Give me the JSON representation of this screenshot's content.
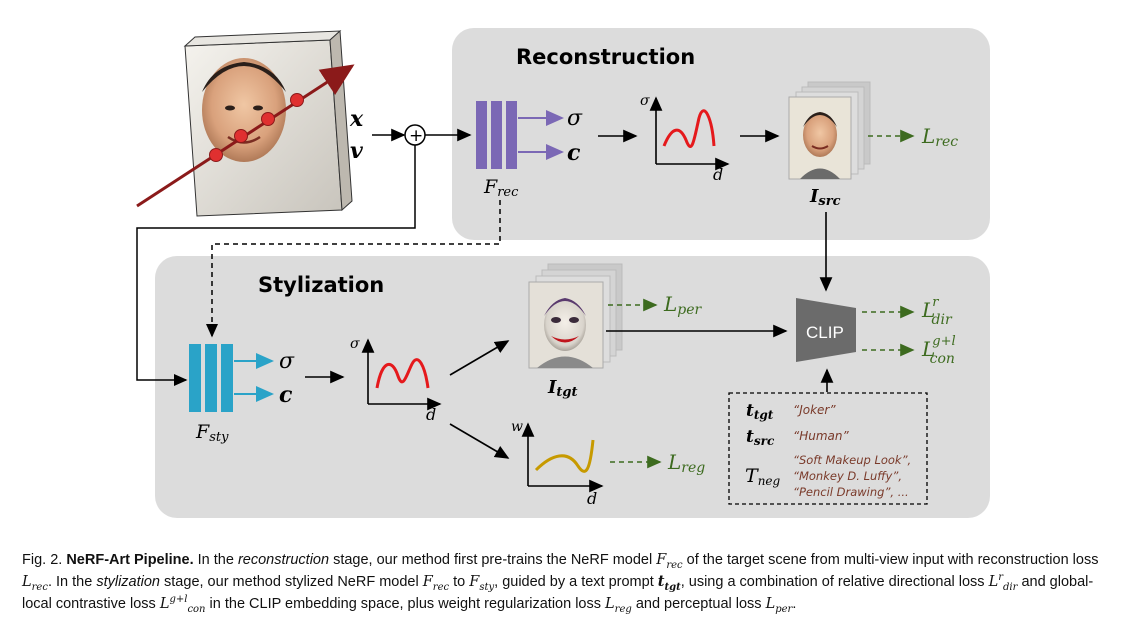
{
  "figure": {
    "reconstruction_title": "Reconstruction",
    "stylization_title": "Stylization",
    "input_x": "x",
    "input_v": "v",
    "plus_symbol": "+",
    "mlp_rec_label": "F",
    "mlp_rec_sub": "rec",
    "mlp_sty_label": "F",
    "mlp_sty_sub": "sty",
    "sigma": "σ",
    "color_c": "c",
    "axis_d": "d",
    "axis_w": "w",
    "axis_sigma": "σ",
    "img_src_label": "I",
    "img_src_sub": "src",
    "img_tgt_label": "I",
    "img_tgt_sub": "tgt",
    "loss_rec": "L",
    "loss_rec_sub": "rec",
    "loss_per": "L",
    "loss_per_sub": "per",
    "loss_reg": "L",
    "loss_reg_sub": "reg",
    "loss_dir": "L",
    "loss_dir_sub": "dir",
    "loss_dir_sup": "r",
    "loss_con": "L",
    "loss_con_sub": "con",
    "loss_con_sup": "g+l",
    "clip_label": "CLIP",
    "prompt": {
      "t_tgt": "t",
      "t_tgt_sub": "tgt",
      "t_tgt_value": "“Joker”",
      "t_src": "t",
      "t_src_sub": "src",
      "t_src_value": "“Human”",
      "t_neg": "T",
      "t_neg_sub": "neg",
      "t_neg_value_1": "“Soft Makeup Look”,",
      "t_neg_value_2": "“Monkey D. Luffy”,",
      "t_neg_value_3": "“Pencil Drawing”, ..."
    },
    "colors": {
      "panel_bg": "#dcdcdc",
      "mlp_rec": "#7b68b5",
      "mlp_sty": "#2aa3c8",
      "curve_red": "#e5191c",
      "curve_gold": "#c79a00",
      "loss_green": "#3d6b1f",
      "ray": "#8b1a1a",
      "prompt_text": "#7a3a2a"
    }
  },
  "caption": {
    "fig_no": "Fig. 2.",
    "title": "NeRF-Art Pipeline.",
    "p1": "In the",
    "p2": "reconstruction",
    "p3": "stage, our method first pre-trains the NeRF model",
    "p4": "of the target scene from multi-view input with reconstruction loss",
    "p5": ". In the",
    "p6": "stylization",
    "p7": "stage, our method stylized NeRF model",
    "p8": "to",
    "p9": ", guided by a text prompt",
    "p10": ", using a combination of relative directional loss",
    "p11": "and global-local contrastive loss",
    "p12": "in the CLIP embedding space, plus weight regularization loss",
    "p13": "and perceptual loss",
    "p14": "."
  }
}
